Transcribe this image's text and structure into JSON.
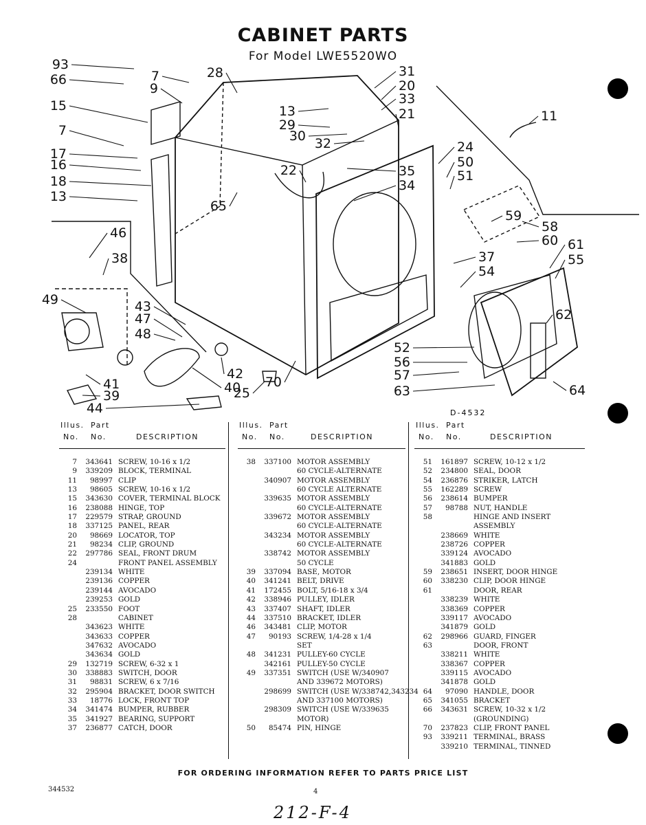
{
  "header": {
    "title": "CABINET PARTS",
    "subtitle": "For Model LWE5520WO"
  },
  "diagram": {
    "drawing_code": "D-4532",
    "callouts": [
      "93",
      "66",
      "7",
      "9",
      "28",
      "31",
      "20",
      "33",
      "15",
      "21",
      "13",
      "29",
      "30",
      "32",
      "11",
      "7",
      "24",
      "50",
      "17",
      "22",
      "16",
      "35",
      "18",
      "34",
      "51",
      "13",
      "65",
      "59",
      "58",
      "60",
      "61",
      "46",
      "55",
      "38",
      "37",
      "54",
      "49",
      "43",
      "62",
      "47",
      "48",
      "52",
      "42",
      "56",
      "41",
      "40",
      "57",
      "39",
      "25",
      "70",
      "63",
      "64",
      "44"
    ]
  },
  "table": {
    "headers": {
      "illus_top": "Illus.",
      "part_top": "Part",
      "illus_bottom": "No.",
      "part_bottom": "No.",
      "description": "DESCRIPTION"
    },
    "columns": [
      [
        [
          "7",
          "343641",
          "SCREW, 10-16 x 1/2"
        ],
        [
          "9",
          "339209",
          "BLOCK, TERMINAL"
        ],
        [
          "11",
          "98997",
          "CLIP"
        ],
        [
          "13",
          "98605",
          "SCREW, 10-16 x 1/2"
        ],
        [
          "15",
          "343630",
          "COVER, TERMINAL BLOCK"
        ],
        [
          "16",
          "238088",
          "HINGE, TOP"
        ],
        [
          "17",
          "229579",
          "STRAP, GROUND"
        ],
        [
          "18",
          "337125",
          "PANEL, REAR"
        ],
        [
          "20",
          "98669",
          "LOCATOR, TOP"
        ],
        [
          "21",
          "98234",
          "CLIP, GROUND"
        ],
        [
          "22",
          "297786",
          "SEAL, FRONT DRUM"
        ],
        [
          "24",
          "",
          "FRONT PANEL ASSEMBLY"
        ],
        [
          "",
          "239134",
          "WHITE"
        ],
        [
          "",
          "239136",
          "COPPER"
        ],
        [
          "",
          "239144",
          "AVOCADO"
        ],
        [
          "",
          "239253",
          "GOLD"
        ],
        [
          "25",
          "233550",
          "FOOT"
        ],
        [
          "28",
          "",
          "CABINET"
        ],
        [
          "",
          "343623",
          "WHITE"
        ],
        [
          "",
          "343633",
          "COPPER"
        ],
        [
          "",
          "347632",
          "AVOCADO"
        ],
        [
          "",
          "343634",
          "GOLD"
        ],
        [
          "29",
          "132719",
          "SCREW, 6-32 x 1"
        ],
        [
          "30",
          "338883",
          "SWITCH, DOOR"
        ],
        [
          "31",
          "98831",
          "SCREW, 6 x 7/16"
        ],
        [
          "32",
          "295904",
          "BRACKET, DOOR SWITCH"
        ],
        [
          "33",
          "18776",
          "LOCK, FRONT TOP"
        ],
        [
          "34",
          "341474",
          "BUMPER, RUBBER"
        ],
        [
          "35",
          "341927",
          "BEARING, SUPPORT"
        ],
        [
          "37",
          "236877",
          "CATCH, DOOR"
        ]
      ],
      [
        [
          "38",
          "337100",
          "MOTOR ASSEMBLY"
        ],
        [
          "",
          "",
          "60 CYCLE-ALTERNATE"
        ],
        [
          "",
          "340907",
          "MOTOR ASSEMBLY"
        ],
        [
          "",
          "",
          "60 CYCLE ALTERNATE"
        ],
        [
          "",
          "339635",
          "MOTOR ASSEMBLY"
        ],
        [
          "",
          "",
          "60 CYCLE-ALTERNATE"
        ],
        [
          "",
          "339672",
          "MOTOR ASSEMBLY"
        ],
        [
          "",
          "",
          "60 CYCLE-ALTERNATE"
        ],
        [
          "",
          "343234",
          "MOTOR ASSEMBLY"
        ],
        [
          "",
          "",
          "60 CYCLE-ALTERNATE"
        ],
        [
          "",
          "338742",
          "MOTOR ASSEMBLY"
        ],
        [
          "",
          "",
          "50 CYCLE"
        ],
        [
          "39",
          "337094",
          "BASE, MOTOR"
        ],
        [
          "40",
          "341241",
          "BELT, DRIVE"
        ],
        [
          "41",
          "172455",
          "BOLT, 5/16-18 x 3/4"
        ],
        [
          "42",
          "338946",
          "PULLEY, IDLER"
        ],
        [
          "43",
          "337407",
          "SHAFT, IDLER"
        ],
        [
          "44",
          "337510",
          "BRACKET, IDLER"
        ],
        [
          "46",
          "343481",
          "CLIP, MOTOR"
        ],
        [
          "47",
          "90193",
          "SCREW, 1/4-28 x 1/4"
        ],
        [
          "",
          "",
          "SET"
        ],
        [
          "48",
          "341231",
          "PULLEY-60 CYCLE"
        ],
        [
          "",
          "342161",
          "PULLEY-50 CYCLE"
        ],
        [
          "49",
          "337351",
          "SWITCH (USE W/340907"
        ],
        [
          "",
          "",
          "AND 339672 MOTORS)"
        ],
        [
          "",
          "298699",
          "SWITCH (USE W/338742,343234"
        ],
        [
          "",
          "",
          "AND 337100 MOTORS)"
        ],
        [
          "",
          "298309",
          "SWITCH (USE W/339635"
        ],
        [
          "",
          "",
          "MOTOR)"
        ],
        [
          "50",
          "85474",
          "PIN, HINGE"
        ]
      ],
      [
        [
          "51",
          "161897",
          "SCREW, 10-12 x 1/2"
        ],
        [
          "52",
          "234800",
          "SEAL, DOOR"
        ],
        [
          "54",
          "236876",
          "STRIKER, LATCH"
        ],
        [
          "55",
          "162289",
          "SCREW"
        ],
        [
          "56",
          "238614",
          "BUMPER"
        ],
        [
          "57",
          "98788",
          "NUT, HANDLE"
        ],
        [
          "58",
          "",
          "HINGE AND INSERT"
        ],
        [
          "",
          "",
          "ASSEMBLY"
        ],
        [
          "",
          "238669",
          "WHITE"
        ],
        [
          "",
          "238726",
          "COPPER"
        ],
        [
          "",
          "339124",
          "AVOCADO"
        ],
        [
          "",
          "341883",
          "GOLD"
        ],
        [
          "59",
          "238651",
          "INSERT, DOOR HINGE"
        ],
        [
          "60",
          "338230",
          "CLIP, DOOR HINGE"
        ],
        [
          "61",
          "",
          "DOOR, REAR"
        ],
        [
          "",
          "338239",
          "WHITE"
        ],
        [
          "",
          "338369",
          "COPPER"
        ],
        [
          "",
          "339117",
          "AVOCADO"
        ],
        [
          "",
          "341879",
          "GOLD"
        ],
        [
          "62",
          "298966",
          "GUARD, FINGER"
        ],
        [
          "63",
          "",
          "DOOR, FRONT"
        ],
        [
          "",
          "338211",
          "WHITE"
        ],
        [
          "",
          "338367",
          "COPPER"
        ],
        [
          "",
          "339115",
          "AVOCADO"
        ],
        [
          "",
          "341878",
          "GOLD"
        ],
        [
          "64",
          "97090",
          "HANDLE, DOOR"
        ],
        [
          "65",
          "341055",
          "BRACKET"
        ],
        [
          "66",
          "343631",
          "SCREW, 10-32 x 1/2"
        ],
        [
          "",
          "",
          "(GROUNDING)"
        ],
        [
          "70",
          "237823",
          "CLIP, FRONT PANEL"
        ],
        [
          "93",
          "339211",
          "TERMINAL, BRASS"
        ],
        [
          "",
          "339210",
          "TERMINAL, TINNED"
        ]
      ]
    ]
  },
  "footer": {
    "note": "FOR ORDERING INFORMATION REFER TO PARTS PRICE LIST",
    "doc_number": "344532",
    "page_number": "4",
    "handwritten": "212-F-4"
  }
}
